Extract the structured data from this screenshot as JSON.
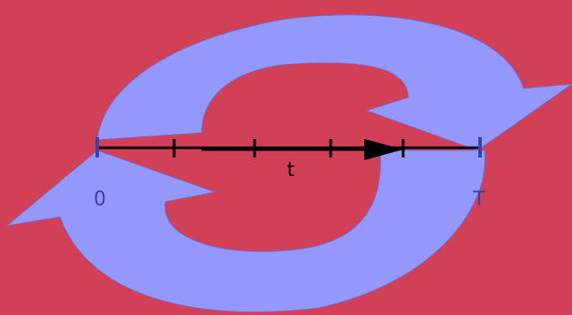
{
  "diagram": {
    "labels": {
      "start": "0",
      "end": "T",
      "variable": "t"
    },
    "tick_count": 6
  },
  "colors": {
    "background": "#d24058",
    "cycle_arrows": "#9497fb",
    "cycle_arrows_stroke": "#6a6ed8",
    "timeline": "#000000",
    "endpoint_ticks": "#3a3fb0",
    "start_label": "#3a3fb0",
    "end_label": "#3a3fb0",
    "variable_label": "#000000"
  }
}
